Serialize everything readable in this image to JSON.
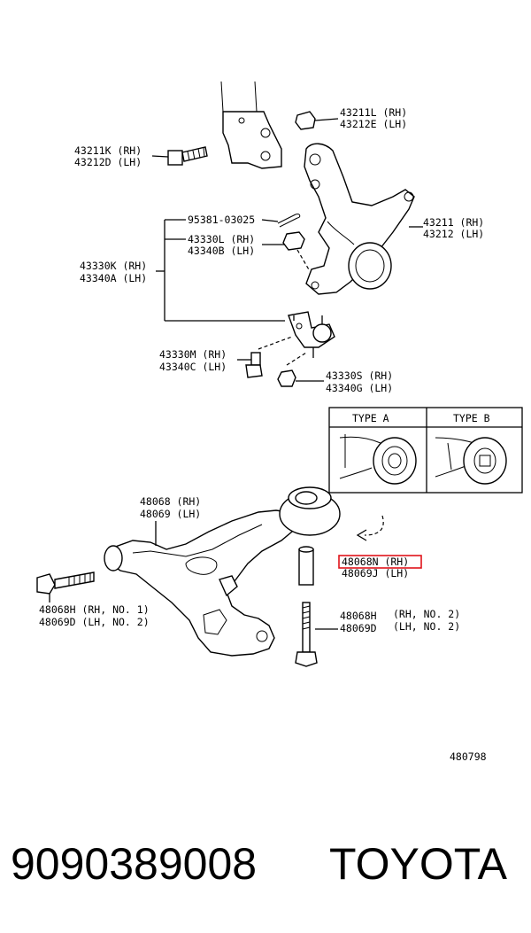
{
  "labels": {
    "l43211L": "43211L (RH)",
    "l43212E": "43212E (LH)",
    "l43211K": "43211K (RH)",
    "l43212D": "43212D (LH)",
    "l95381": "95381-03025",
    "l43330L": "43330L (RH)",
    "l43340B": "43340B (LH)",
    "l43330K": "43330K (RH)",
    "l43340A": "43340A (LH)",
    "l43211": "43211 (RH)",
    "l43212": "43212 (LH)",
    "l43330M": "43330M (RH)",
    "l43340C": "43340C (LH)",
    "l43330S": "43330S (RH)",
    "l43340G": "43340G (LH)",
    "l48068": "48068 (RH)",
    "l48069": "48069 (LH)",
    "l48068N": "48068N (RH)",
    "l48069J": "48069J (LH)",
    "l48068H1": "48068H (RH, NO. 1)",
    "l48069D1": "48069D (LH, NO. 2)",
    "l48068H2a": "48068H",
    "l48068H2b": "(RH, NO. 2)",
    "l48069D2a": "48069D",
    "l48069D2b": "(LH, NO. 2)"
  },
  "types": {
    "a": "TYPE A",
    "b": "TYPE B"
  },
  "figure_id": "480798",
  "footer": {
    "part_number": "9090389008",
    "brand": "TOYOTA"
  },
  "highlight_color": "#e0131a"
}
